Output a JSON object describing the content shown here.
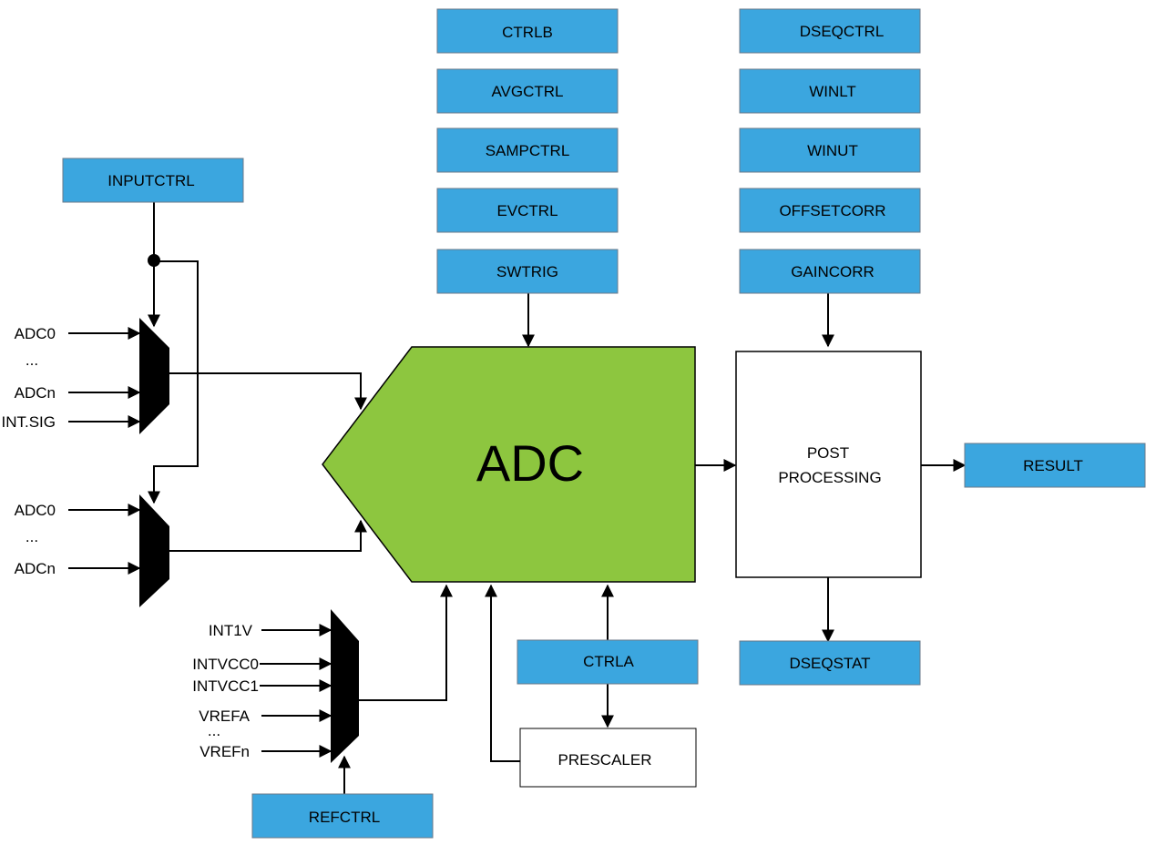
{
  "colors": {
    "register_fill": "#3ba6df",
    "adc_fill": "#8dc63f",
    "line": "#000000",
    "box_fill": "#ffffff"
  },
  "registers": {
    "ctrlb": "CTRLB",
    "avgctrl": "AVGCTRL",
    "sampctrl": "SAMPCTRL",
    "evctrl": "EVCTRL",
    "swtrig": "SWTRIG",
    "dseqctrl": "DSEQCTRL",
    "winlt": "WINLT",
    "winut": "WINUT",
    "offsetcorr": "OFFSETCORR",
    "gaincorr": "GAINCORR",
    "inputctrl": "INPUTCTRL",
    "result": "RESULT",
    "ctrla": "CTRLA",
    "dseqstat": "DSEQSTAT",
    "refctrl": "REFCTRL"
  },
  "blocks": {
    "adc": "ADC",
    "post_processing_line1": "POST",
    "post_processing_line2": "PROCESSING",
    "prescaler": "PRESCALER"
  },
  "mux_inputs": {
    "positive": [
      "ADC0",
      "...",
      "ADCn",
      "INT.SIG"
    ],
    "negative": [
      "ADC0",
      "...",
      "ADCn"
    ],
    "reference": [
      "INT1V",
      "INTVCC0",
      "INTVCC1",
      "VREFA",
      "...",
      "VREFn"
    ]
  }
}
